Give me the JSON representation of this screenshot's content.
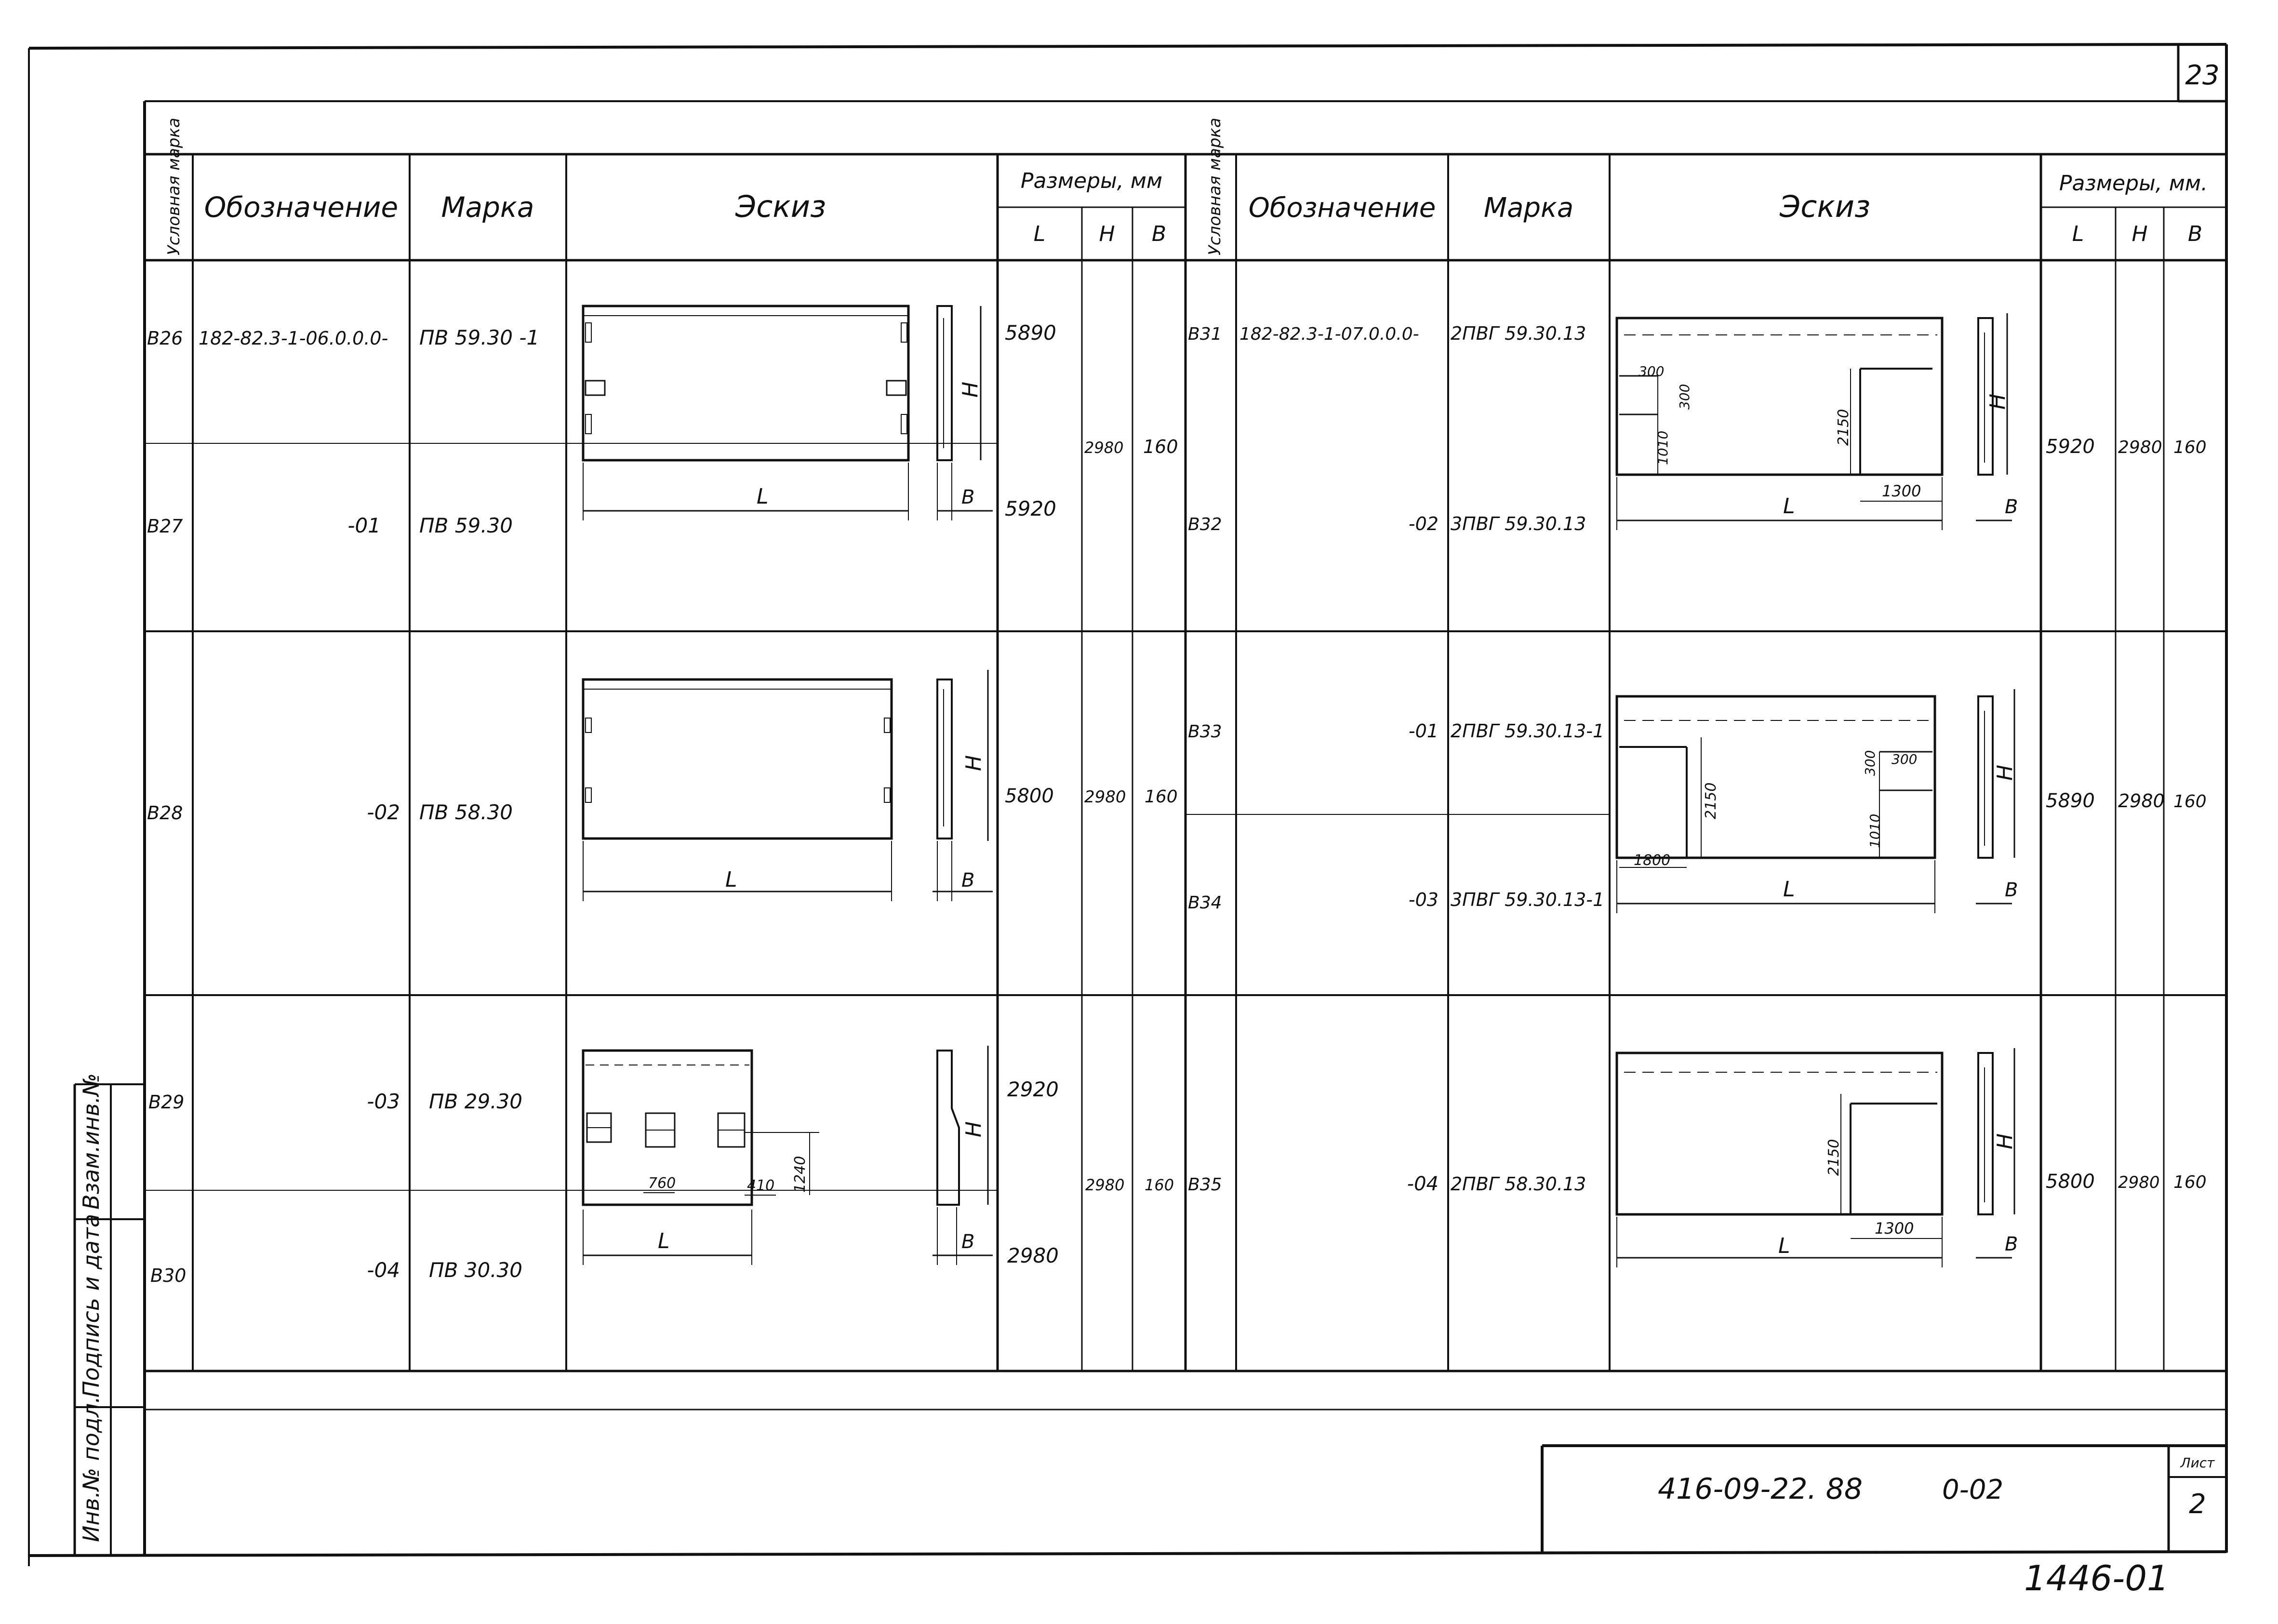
{
  "sheet": {
    "page_number_top": "23",
    "stamp_label": "Лист",
    "stamp_sheet": "2",
    "doc_code": "416-09-22. 88",
    "doc_part": "0-02",
    "handwritten_number": "1446-01",
    "side_labels": [
      "Инв.№ подл.",
      "Подпись и дата",
      "Взам.инв.№"
    ]
  },
  "table": {
    "headers": {
      "cond_mark": "Условная марка",
      "designation": "Обозначение",
      "mark": "Марка",
      "sketch": "Эскиз",
      "dims_left": "Размеры, мм",
      "dims_right": "Размеры, мм.",
      "L": "L",
      "H": "H",
      "B": "B"
    },
    "left_rows": [
      {
        "cond": "В26",
        "designation": "182-82.3-1-06.0.0.0-",
        "mark": "ПВ 59.30 -1",
        "L": "5890"
      },
      {
        "cond": "В27",
        "designation": "-01",
        "mark": "ПВ 59.30",
        "L": "5920"
      },
      {
        "cond": "В28",
        "designation": "-02",
        "mark": "ПВ 58.30",
        "L": "5800"
      },
      {
        "cond": "В29",
        "designation": "-03",
        "mark": "ПВ 29.30",
        "L": "2920"
      },
      {
        "cond": "В30",
        "designation": "-04",
        "mark": "ПВ 30.30",
        "L": "2980"
      }
    ],
    "left_groups": [
      {
        "H": "2980",
        "B": "160"
      },
      {
        "H": "2980",
        "B": "160"
      },
      {
        "H": "2980",
        "B": "160"
      }
    ],
    "right_rows": [
      {
        "cond": "В31",
        "designation": "182-82.3-1-07.0.0.0-",
        "mark": "2ПВГ 59.30.13"
      },
      {
        "cond": "В32",
        "designation": "-02",
        "mark": "3ПВГ 59.30.13"
      },
      {
        "cond": "В33",
        "designation": "-01",
        "mark": "2ПВГ 59.30.13-1"
      },
      {
        "cond": "В34",
        "designation": "-03",
        "mark": "3ПВГ 59.30.13-1"
      },
      {
        "cond": "В35",
        "designation": "-04",
        "mark": "2ПВГ 58.30.13"
      }
    ],
    "right_groups": [
      {
        "L": "5920",
        "H": "2980",
        "B": "160"
      },
      {
        "L": "5890",
        "H": "2980",
        "B": "160"
      },
      {
        "L": "5800",
        "H": "2980",
        "B": "160"
      }
    ]
  },
  "sketch_labels": {
    "L": "L",
    "H": "H",
    "B": "B",
    "s1": {
      "a": "300",
      "b": "300",
      "c": "1010",
      "d": "2150",
      "e": "1300"
    },
    "s2": {
      "a": "300",
      "b": "300",
      "c": "1010",
      "d": "2150",
      "e": "1800"
    },
    "s3": {
      "d": "2150",
      "e": "1300"
    },
    "small": {
      "a": "760",
      "b": "410",
      "c": "1240"
    }
  }
}
